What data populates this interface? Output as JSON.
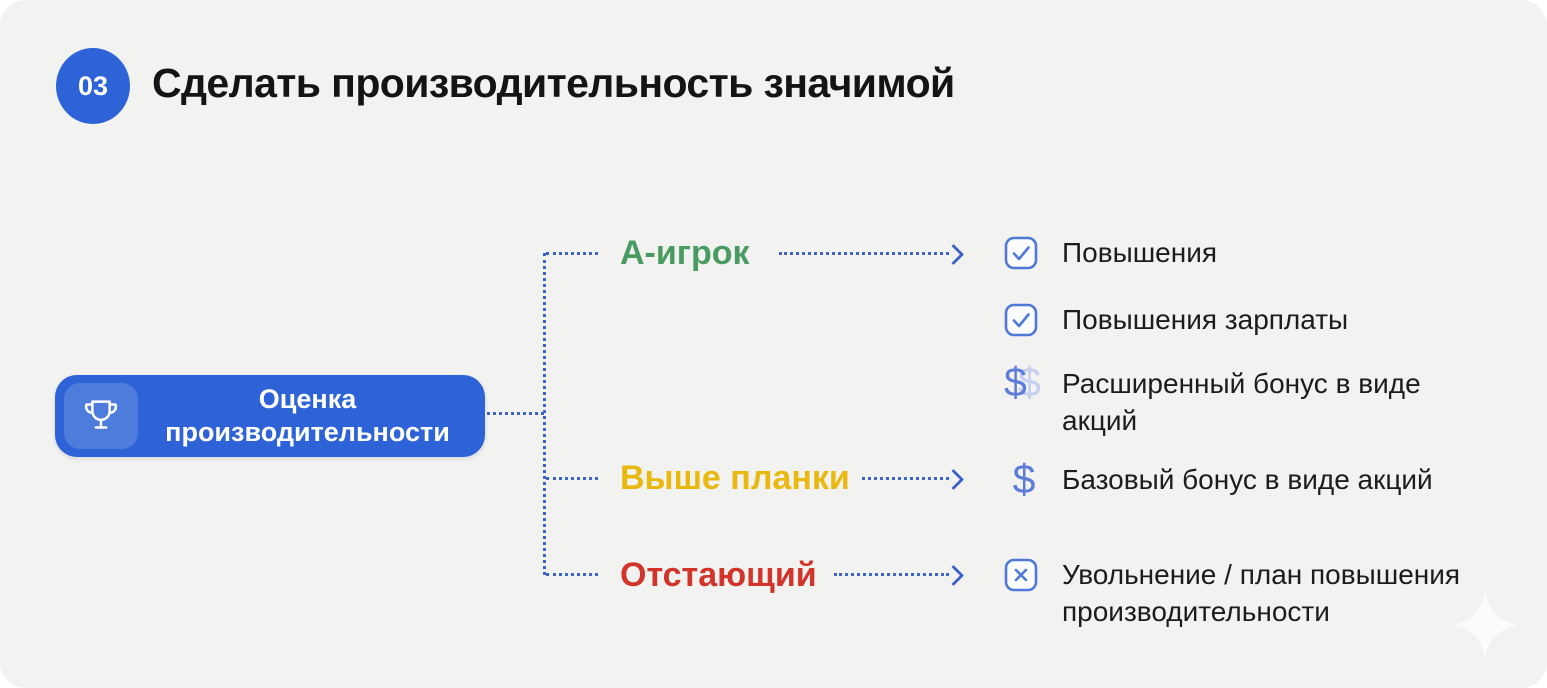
{
  "slide": {
    "step_number": "03",
    "title": "Сделать производительность значимой"
  },
  "root_node": {
    "label": "Оценка производительности",
    "icon": "trophy-icon"
  },
  "branches": [
    {
      "label": "А-игрок",
      "color": "#4a9b62"
    },
    {
      "label": "Выше планки",
      "color": "#e9b90f"
    },
    {
      "label": "Отстающий",
      "color": "#d2342a"
    }
  ],
  "outcomes": [
    {
      "icon": "checkbox-checked-icon",
      "label": "Повышения"
    },
    {
      "icon": "checkbox-checked-icon",
      "label": "Повышения зарплаты"
    },
    {
      "icon": "double-dollar-icon",
      "label": "Расширенный бонус в виде акций"
    },
    {
      "icon": "dollar-icon",
      "label": "Базовый бонус в виде акций"
    },
    {
      "icon": "x-box-icon",
      "label": "Увольнение / план повышения производительности"
    }
  ],
  "icons": {
    "dollar_glyph": "$"
  },
  "colors": {
    "primary_blue": "#2d63d6",
    "connector_blue": "#3e63c6",
    "checkbox_blue": "#4f79d6",
    "dollar_blue": "#5c7cd8",
    "dollar_light": "#c5cfef",
    "branch_green": "#4a9b62",
    "branch_yellow": "#e9b90f",
    "branch_red": "#d2342a",
    "slide_background": "#f2f2f1",
    "text_dark": "#1c1c1c"
  }
}
